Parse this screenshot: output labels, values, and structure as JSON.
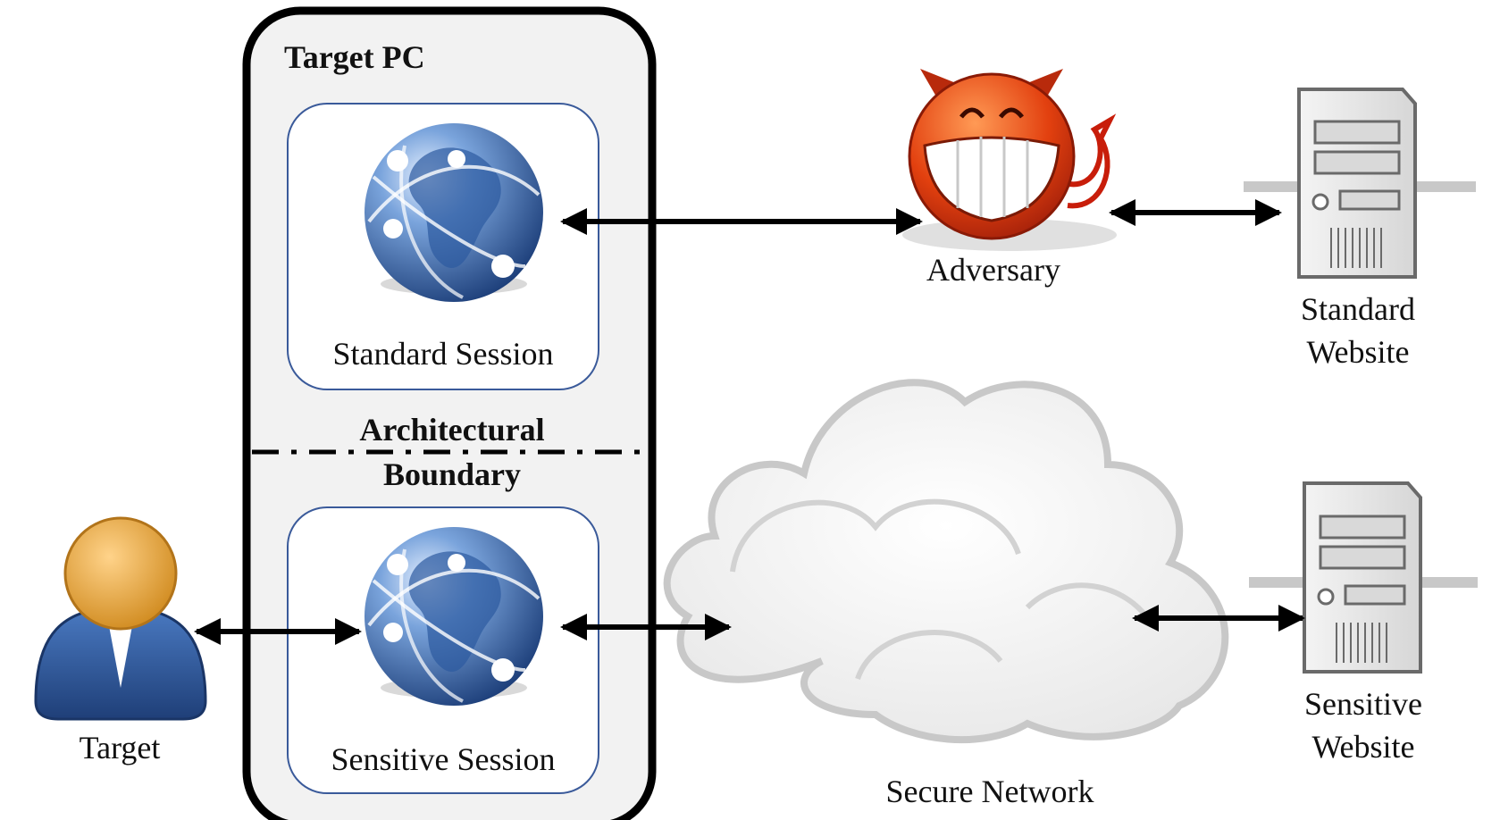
{
  "labels": {
    "target_pc": "Target PC",
    "standard_session": "Standard Session",
    "sensitive_session": "Sensitive Session",
    "boundary_line1": "Architectural",
    "boundary_line2": "Boundary",
    "adversary": "Adversary",
    "standard_website_line1": "Standard",
    "standard_website_line2": "Website",
    "sensitive_website_line1": "Sensitive",
    "sensitive_website_line2": "Website",
    "target": "Target",
    "secure_network": "Secure Network"
  },
  "icons": {
    "globe": "globe-icon",
    "adversary": "devil-face-icon",
    "server": "server-icon",
    "user": "user-icon",
    "cloud": "cloud-icon"
  },
  "colors": {
    "pc_border": "#000000",
    "pc_fill": "#f2f2f2",
    "session_border": "#3a5a9a",
    "arrow": "#000000",
    "devil": "#d9320e",
    "user_head": "#e8a23a",
    "user_body": "#2f5a9a"
  }
}
